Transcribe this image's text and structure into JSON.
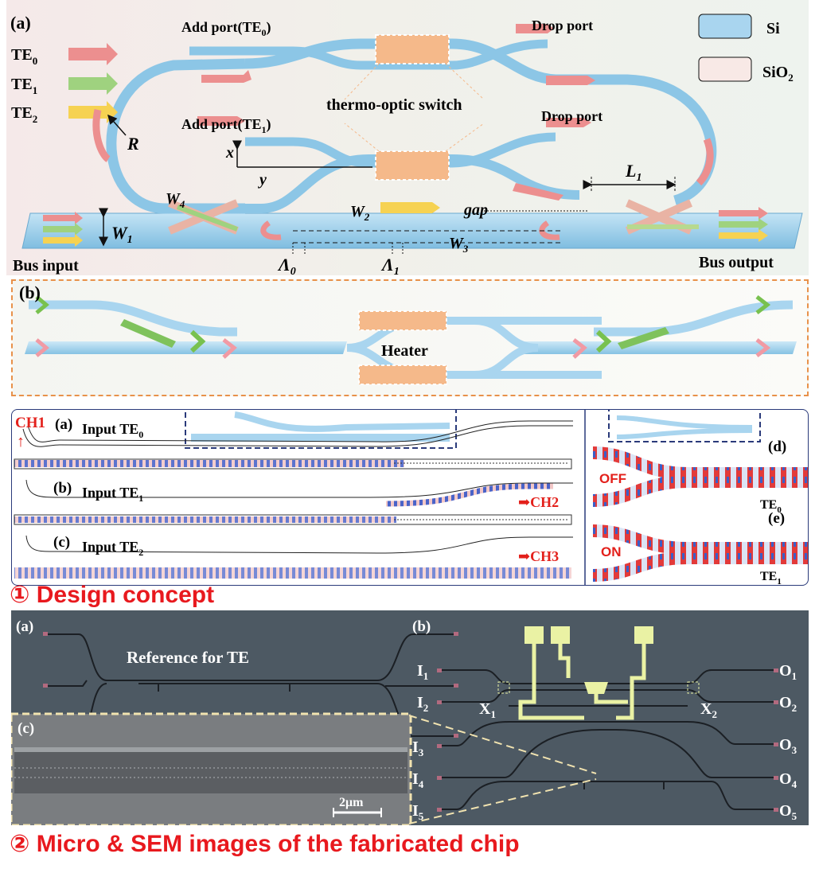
{
  "panel_a": {
    "label": "(a)",
    "modes": [
      "TE0",
      "TE1",
      "TE2"
    ],
    "legend": [
      {
        "name": "Si",
        "color": "#a9d5ef"
      },
      {
        "name": "SiO2",
        "color": "#f8e9e6"
      }
    ],
    "add_port_te0": "Add port(TE0)",
    "add_port_te1": "Add port(TE1)",
    "drop_port_top": "Drop port",
    "drop_port_mid": "Drop port",
    "switch_label": "thermo-optic switch",
    "bus_input": "Bus input",
    "bus_output": "Bus output",
    "symbols": {
      "R": "R",
      "x": "x",
      "y": "y",
      "W1": "W1",
      "W2": "W2",
      "W3": "W3",
      "W4": "W4",
      "gap": "gap",
      "L1": "L1",
      "A0": "Λ0",
      "A1": "Λ1"
    },
    "colors": {
      "te0": "#ec8f8f",
      "te1": "#9fd27f",
      "te2": "#f6d252",
      "waveguide": "#a9d5ef",
      "heater": "#f5b98a"
    }
  },
  "panel_b": {
    "label": "(b)",
    "heater": "Heater"
  },
  "sim": {
    "a_label": "(a)",
    "a_text": "Input TE0",
    "ch1": "CH1",
    "b_label": "(b)",
    "b_text": "Input TE1",
    "ch2": "➡CH2",
    "c_label": "(c)",
    "c_text": "Input TE2",
    "ch3": "➡CH3",
    "d_label": "(d)",
    "off": "OFF",
    "te0": "TE0",
    "e_label": "(e)",
    "on": "ON",
    "te1": "TE1"
  },
  "caption1": "① Design concept",
  "micro": {
    "a_label": "(a)",
    "reference": "Reference for TE",
    "b_label": "(b)",
    "c_label": "(c)",
    "scale": "2μm",
    "inputs": [
      "I1",
      "I2",
      "I3",
      "I4",
      "I5"
    ],
    "outputs": [
      "O1",
      "O2",
      "O3",
      "O4",
      "O5"
    ],
    "x_labels": [
      "X1",
      "X2"
    ]
  },
  "caption2": "② Micro &  SEM images of the fabricated chip"
}
